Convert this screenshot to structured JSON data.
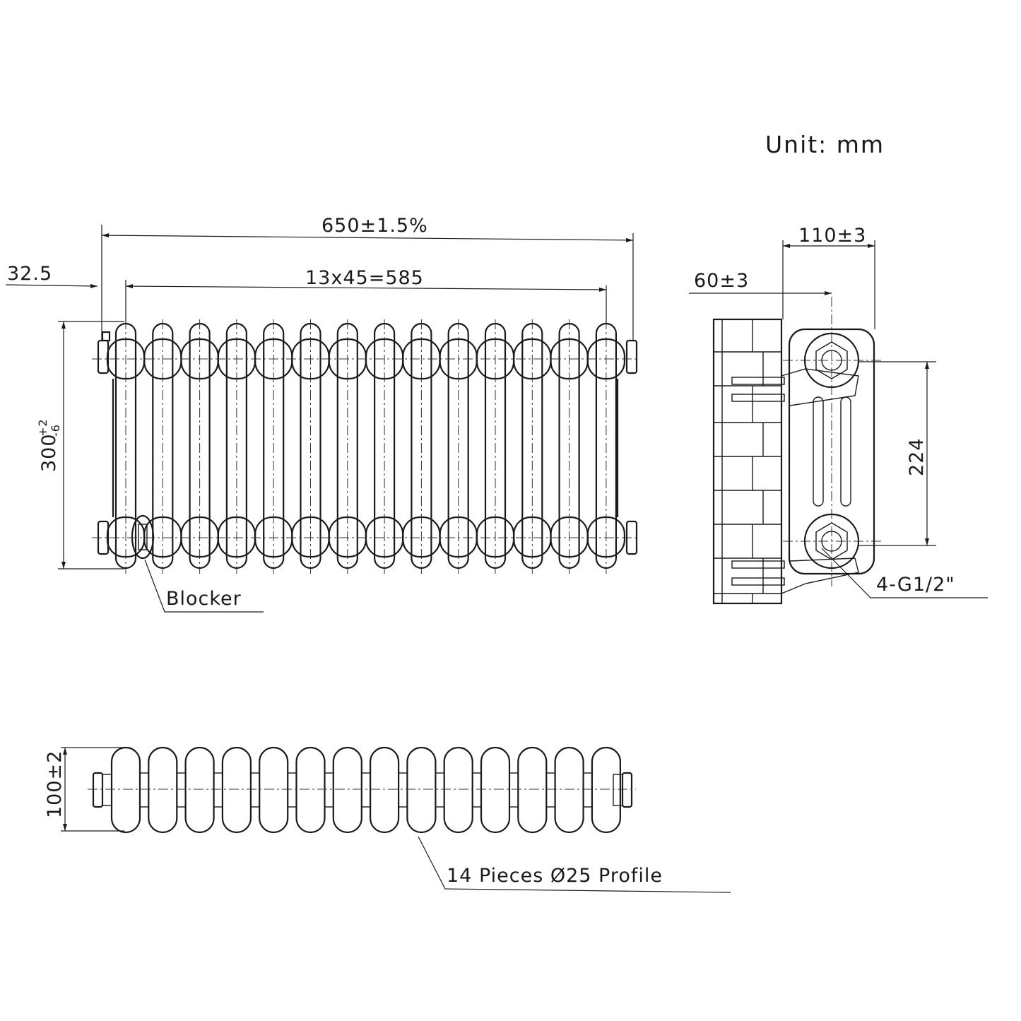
{
  "unit_label": "Unit: mm",
  "front_view": {
    "overall_width": "650±1.5%",
    "first_offset": "32.5",
    "pitch": "13x45=585",
    "height_base": "300",
    "height_tol_upper": "+2",
    "height_tol_lower": "-6",
    "blocker": "Blocker"
  },
  "side_view": {
    "depth": "110±3",
    "wall_offset": "60±3",
    "centres": "224",
    "connections": "4-G1/2\""
  },
  "top_view": {
    "depth": "100±2",
    "profile": "14 Pieces Ø25 Profile"
  }
}
